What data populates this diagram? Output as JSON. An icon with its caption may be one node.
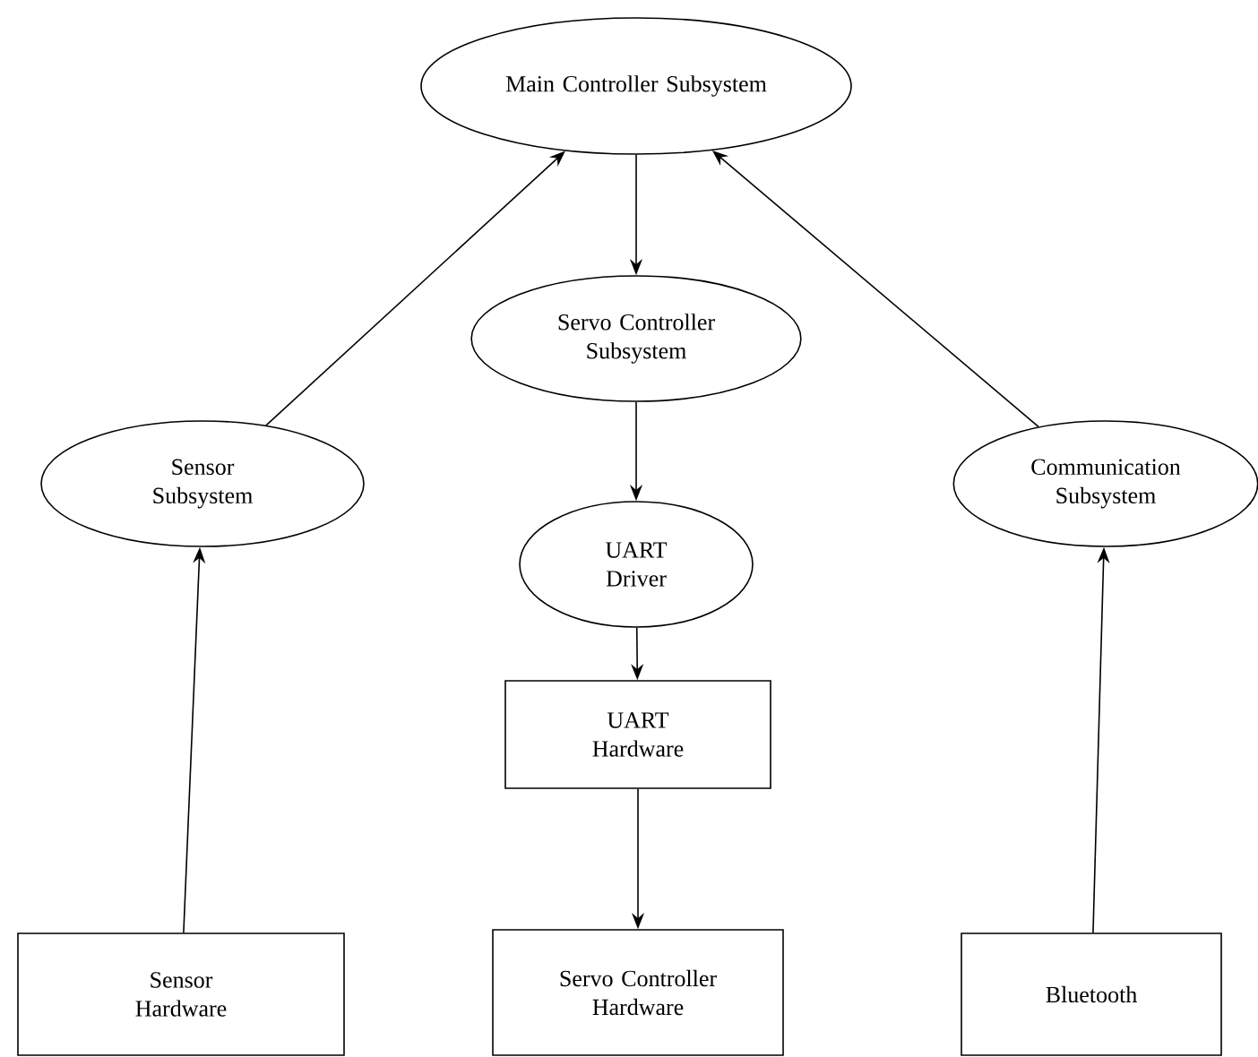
{
  "diagram": {
    "nodes": [
      {
        "text": [
          "Main Controller Subsystem"
        ]
      },
      {
        "text": [
          "Servo Controller Subsystem"
        ]
      },
      {
        "text": [
          "Sensor Subsystem"
        ]
      },
      {
        "text": [
          "Communication Subsystem"
        ]
      },
      {
        "text": [
          "UART Driver"
        ]
      },
      {
        "text": [
          "UART Hardware"
        ]
      },
      {
        "text": [
          "Sensor Hardware"
        ]
      },
      {
        "text": [
          "Servo Controller Hardware"
        ]
      },
      {
        "text": [
          "Bluetooth"
        ]
      }
    ],
    "edges": [
      {
        "from": 2,
        "to": 0,
        "arrow": "to"
      },
      {
        "from": 3,
        "to": 0,
        "arrow": "to"
      },
      {
        "from": 0,
        "to": 1,
        "arrow": "to"
      },
      {
        "from": 1,
        "to": 4,
        "arrow": "to"
      },
      {
        "from": 4,
        "to": 5,
        "arrow": "to"
      },
      {
        "from": 5,
        "to": 7,
        "arrow": "to"
      },
      {
        "from": 6,
        "to": 2,
        "arrow": "to"
      },
      {
        "from": 8,
        "to": 3,
        "arrow": "to"
      }
    ]
  }
}
